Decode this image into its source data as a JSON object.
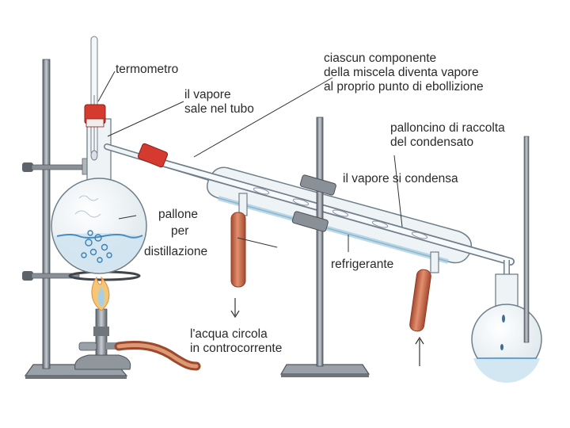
{
  "labels": {
    "thermometer": "termometro",
    "vapor_rises_1": "il vapore",
    "vapor_rises_2": "sale nel tubo",
    "component_1": "ciascun componente",
    "component_2": "della miscela diventa vapore",
    "component_3": "al proprio punto di ebollizione",
    "collection_1": "palloncino di raccolta",
    "collection_2": "del condensato",
    "condenses": "il vapore si condensa",
    "flask_1": "pallone",
    "flask_2": "per",
    "flask_3": "distillazione",
    "condenser": "refrigerante",
    "water_1": "l'acqua circola",
    "water_2": "in controcorrente"
  },
  "colors": {
    "glass": "#6f7f8a",
    "glass_fill": "#eef3f6",
    "water_blue": "#7fb6d6",
    "rubber_tube": "#c46a4a",
    "stopper_red": "#d43a2e",
    "clamp_gray": "#7a7f86",
    "flame_orange": "#e9a24a"
  },
  "icons": {
    "retort_stand": "retort-stand-icon",
    "bunsen_burner": "bunsen-burner-icon",
    "flame": "flame-icon",
    "down_arrow": "down-arrow-icon",
    "up_arrow": "up-arrow-icon"
  }
}
